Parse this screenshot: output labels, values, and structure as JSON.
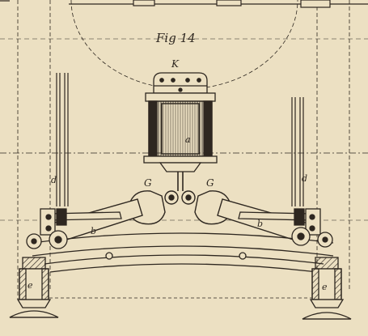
{
  "figure": {
    "title": "Fig 14",
    "labels": {
      "K": "K",
      "a": "a",
      "G_left": "G",
      "G_right": "G",
      "b_left": "b",
      "b_right": "b",
      "d_left": "d",
      "d_right": "d",
      "e_left": "e",
      "e_right": "e"
    }
  },
  "colors": {
    "paper": "#ece0c2",
    "ink": "#2e2720",
    "shade": "#5a5046",
    "light": "#d9ccac"
  }
}
